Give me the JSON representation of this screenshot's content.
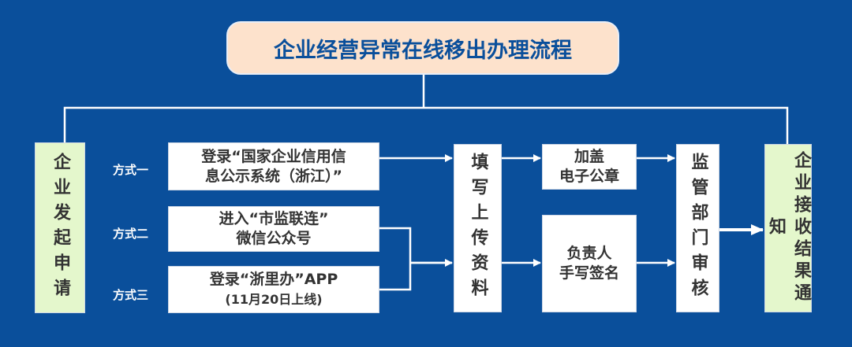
{
  "title": "企业经营异常在线移出办理流程",
  "start": "企业发起申请",
  "methods": [
    {
      "label": "方式一",
      "line1": "登录“国家企业信用信",
      "line2": "息公示系统（浙江）”"
    },
    {
      "label": "方式二",
      "line1": "进入“市监联连”",
      "line2": "微信公众号"
    },
    {
      "label": "方式三",
      "line1": "登录“浙里办”APP",
      "line2": "(11月20日上线)"
    }
  ],
  "fill": "填写上传资料",
  "seal": {
    "line1": "加盖",
    "line2": "电子公章"
  },
  "sign": {
    "line1": "负责人",
    "line2": "手写签名"
  },
  "review": "监管部门审核",
  "result": "企业接收结果通知",
  "colors": {
    "background": "#0a4f9b",
    "title_fill": "#fde2cc",
    "green_fill": "#e4f7cc"
  }
}
